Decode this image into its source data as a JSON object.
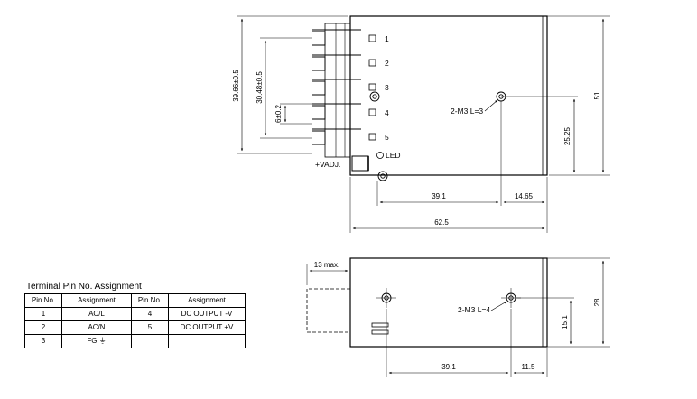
{
  "top_view": {
    "dims": {
      "height_total": "39.66±0.5",
      "height_pins": "30.48±0.5",
      "pin_pitch": "6±0.2",
      "depth": "51",
      "mount_offset_y": "25.25",
      "mount_offset_x": "39.1",
      "edge_offset_x": "14.65",
      "width": "62.5"
    },
    "pin_numbers": [
      "1",
      "2",
      "3",
      "4",
      "5"
    ],
    "mount_label": "2-M3 L=3",
    "vadj_label": "+VADJ.",
    "led_label": "LED"
  },
  "side_view": {
    "dims": {
      "max_height": "13 max.",
      "height": "28",
      "mount_offset_y": "15.1",
      "mount_offset_x": "39.1",
      "edge_offset_x": "11.5"
    },
    "mount_label": "2-M3 L=4"
  },
  "pin_table": {
    "title": "Terminal Pin No. Assignment",
    "headers": [
      "Pin No.",
      "Assignment",
      "Pin No.",
      "Assignment"
    ],
    "rows": [
      [
        "1",
        "AC/L",
        "4",
        "DC OUTPUT -V"
      ],
      [
        "2",
        "AC/N",
        "5",
        "DC OUTPUT +V"
      ],
      [
        "3",
        "FG ⏚",
        "",
        ""
      ]
    ]
  }
}
